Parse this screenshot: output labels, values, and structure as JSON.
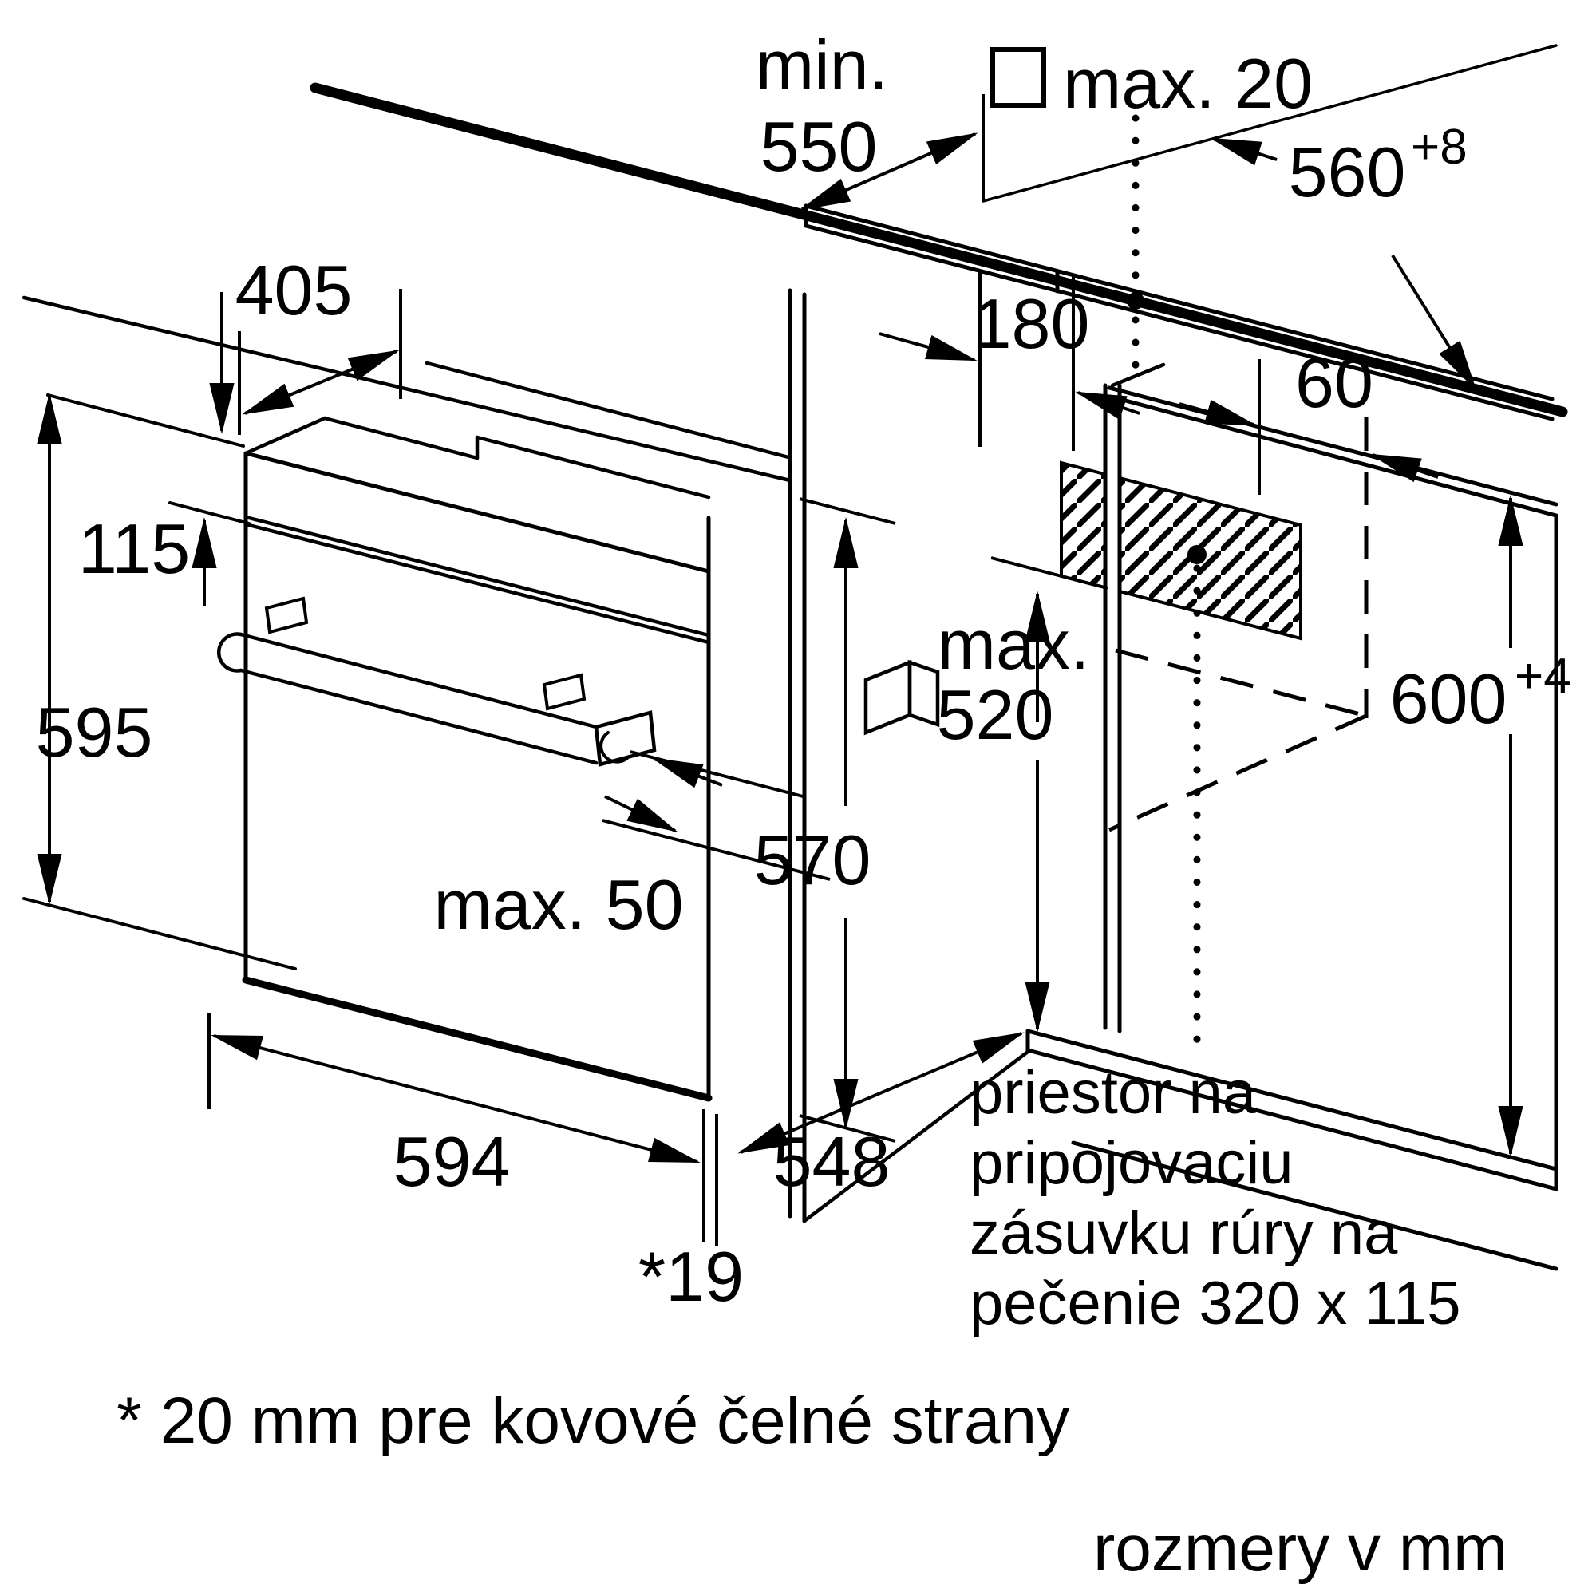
{
  "labels": {
    "min_word": "min.",
    "min_value": "550",
    "max20": "max. 20",
    "d560": "560",
    "d560_tol": "+8",
    "d405": "405",
    "d115": "115",
    "d595": "595",
    "d180": "180",
    "d60": "60",
    "max520_word": "max.",
    "max520_value": "520",
    "d600": "600",
    "d600_tol": "+4",
    "max50": "max. 50",
    "d570": "570",
    "d594": "594",
    "d548": "548",
    "d19": "*19",
    "socket_note_line1": "priestor na",
    "socket_note_line2": "pripojovaciu",
    "socket_note_line3": "zásuvku rúry na",
    "socket_note_line4": "pečenie 320 x 115",
    "footnote": "* 20 mm pre kovové čelné strany",
    "units": "rozmery v mm"
  },
  "colors": {
    "line": "#000000",
    "background": "#ffffff"
  }
}
